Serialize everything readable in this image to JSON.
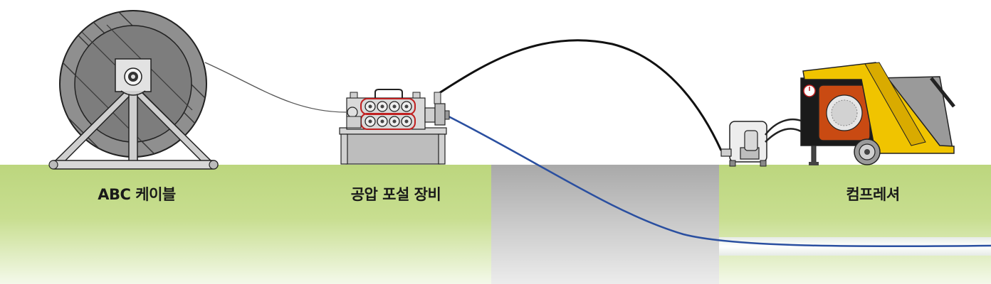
{
  "labels": {
    "cable": "ABC 케이블",
    "equipment": "공압 포설 장비",
    "compressor": "컴프레셔"
  },
  "colors": {
    "ground_top": "#bcd67e",
    "ground_bottom": "#f4f9ea",
    "pit_top": "#a9a9a9",
    "pit_bottom": "#e9e9e9",
    "cable_blue": "#2a4fa0",
    "hose": "#111111",
    "compressor_yellow": "#f0c400",
    "compressor_orange": "#c94a12"
  }
}
